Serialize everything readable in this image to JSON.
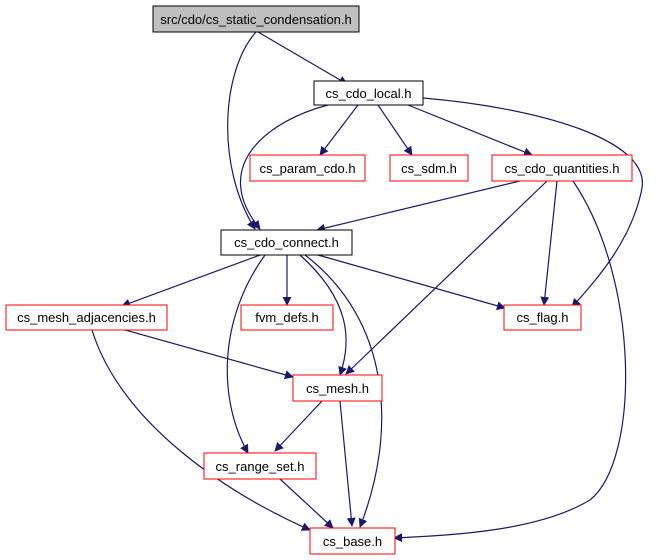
{
  "colors": {
    "edge": "#191970",
    "arrowhead": "#191970",
    "node_fill": "#ffffff",
    "root_fill": "#bfbfbf",
    "border_black": "#000000",
    "border_red": "#ff0000"
  },
  "diagram": {
    "nodes": [
      {
        "id": "root",
        "label": "src/cdo/cs_static_condensation.h",
        "style": "root"
      },
      {
        "id": "local",
        "label": "cs_cdo_local.h",
        "style": "black"
      },
      {
        "id": "param",
        "label": "cs_param_cdo.h",
        "style": "red"
      },
      {
        "id": "sdm",
        "label": "cs_sdm.h",
        "style": "red"
      },
      {
        "id": "quant",
        "label": "cs_cdo_quantities.h",
        "style": "red"
      },
      {
        "id": "connect",
        "label": "cs_cdo_connect.h",
        "style": "black"
      },
      {
        "id": "adj",
        "label": "cs_mesh_adjacencies.h",
        "style": "red"
      },
      {
        "id": "fvm",
        "label": "fvm_defs.h",
        "style": "red"
      },
      {
        "id": "flag",
        "label": "cs_flag.h",
        "style": "red"
      },
      {
        "id": "mesh",
        "label": "cs_mesh.h",
        "style": "red"
      },
      {
        "id": "range",
        "label": "cs_range_set.h",
        "style": "red"
      },
      {
        "id": "base",
        "label": "cs_base.h",
        "style": "red"
      }
    ],
    "edges": [
      {
        "from": "root",
        "to": "local"
      },
      {
        "from": "root",
        "to": "connect"
      },
      {
        "from": "local",
        "to": "connect"
      },
      {
        "from": "local",
        "to": "param"
      },
      {
        "from": "local",
        "to": "sdm"
      },
      {
        "from": "local",
        "to": "quant"
      },
      {
        "from": "local",
        "to": "flag"
      },
      {
        "from": "quant",
        "to": "connect"
      },
      {
        "from": "quant",
        "to": "mesh"
      },
      {
        "from": "quant",
        "to": "flag"
      },
      {
        "from": "quant",
        "to": "base"
      },
      {
        "from": "connect",
        "to": "adj"
      },
      {
        "from": "connect",
        "to": "fvm"
      },
      {
        "from": "connect",
        "to": "flag"
      },
      {
        "from": "connect",
        "to": "mesh"
      },
      {
        "from": "connect",
        "to": "range"
      },
      {
        "from": "connect",
        "to": "base"
      },
      {
        "from": "adj",
        "to": "mesh"
      },
      {
        "from": "adj",
        "to": "base"
      },
      {
        "from": "mesh",
        "to": "range"
      },
      {
        "from": "mesh",
        "to": "base"
      },
      {
        "from": "range",
        "to": "base"
      }
    ]
  }
}
